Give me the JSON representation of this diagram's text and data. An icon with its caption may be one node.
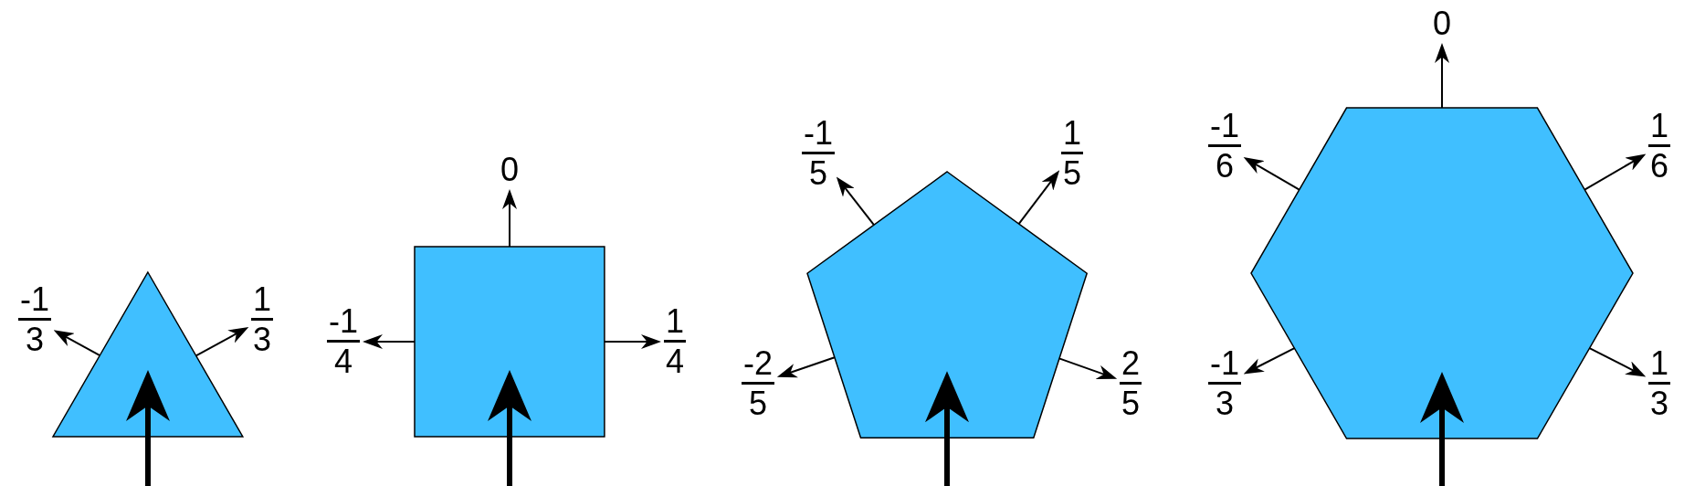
{
  "diagram": {
    "nodes": [
      {
        "text": [],
        "shape": "triangle"
      },
      {
        "text": [
          "-1",
          "3"
        ]
      },
      {
        "text": [
          "1",
          "3"
        ]
      },
      {
        "text": [],
        "shape": "box"
      },
      {
        "text": [
          "0"
        ]
      },
      {
        "text": [
          "-1",
          "4"
        ]
      },
      {
        "text": [
          "1",
          "4"
        ]
      },
      {
        "text": [],
        "shape": "pentagon"
      },
      {
        "text": [
          "-1",
          "5"
        ]
      },
      {
        "text": [
          "1",
          "5"
        ]
      },
      {
        "text": [
          "-2",
          "5"
        ]
      },
      {
        "text": [
          "2",
          "5"
        ]
      },
      {
        "text": [],
        "shape": "hexagon"
      },
      {
        "text": [
          "0"
        ]
      },
      {
        "text": [
          "-1",
          "6"
        ]
      },
      {
        "text": [
          "1",
          "6"
        ]
      },
      {
        "text": [
          "-1",
          "3"
        ]
      },
      {
        "text": [
          "1",
          "3"
        ]
      }
    ],
    "edges": [
      {
        "from": null,
        "to": 0,
        "arrow": "to",
        "style": "thick"
      },
      {
        "from": 0,
        "to": 1,
        "arrow": "to"
      },
      {
        "from": 0,
        "to": 2,
        "arrow": "to"
      },
      {
        "from": null,
        "to": 3,
        "arrow": "to",
        "style": "thick"
      },
      {
        "from": 3,
        "to": 4,
        "arrow": "to"
      },
      {
        "from": 3,
        "to": 5,
        "arrow": "to"
      },
      {
        "from": 3,
        "to": 6,
        "arrow": "to"
      },
      {
        "from": null,
        "to": 7,
        "arrow": "to",
        "style": "thick"
      },
      {
        "from": 7,
        "to": 8,
        "arrow": "to"
      },
      {
        "from": 7,
        "to": 9,
        "arrow": "to"
      },
      {
        "from": 7,
        "to": 10,
        "arrow": "to"
      },
      {
        "from": 7,
        "to": 11,
        "arrow": "to"
      },
      {
        "from": null,
        "to": 12,
        "arrow": "to",
        "style": "thick"
      },
      {
        "from": 12,
        "to": 13,
        "arrow": "to"
      },
      {
        "from": 12,
        "to": 14,
        "arrow": "to"
      },
      {
        "from": 12,
        "to": 15,
        "arrow": "to"
      },
      {
        "from": 12,
        "to": 16,
        "arrow": "to"
      },
      {
        "from": 12,
        "to": 17,
        "arrow": "to"
      }
    ]
  }
}
